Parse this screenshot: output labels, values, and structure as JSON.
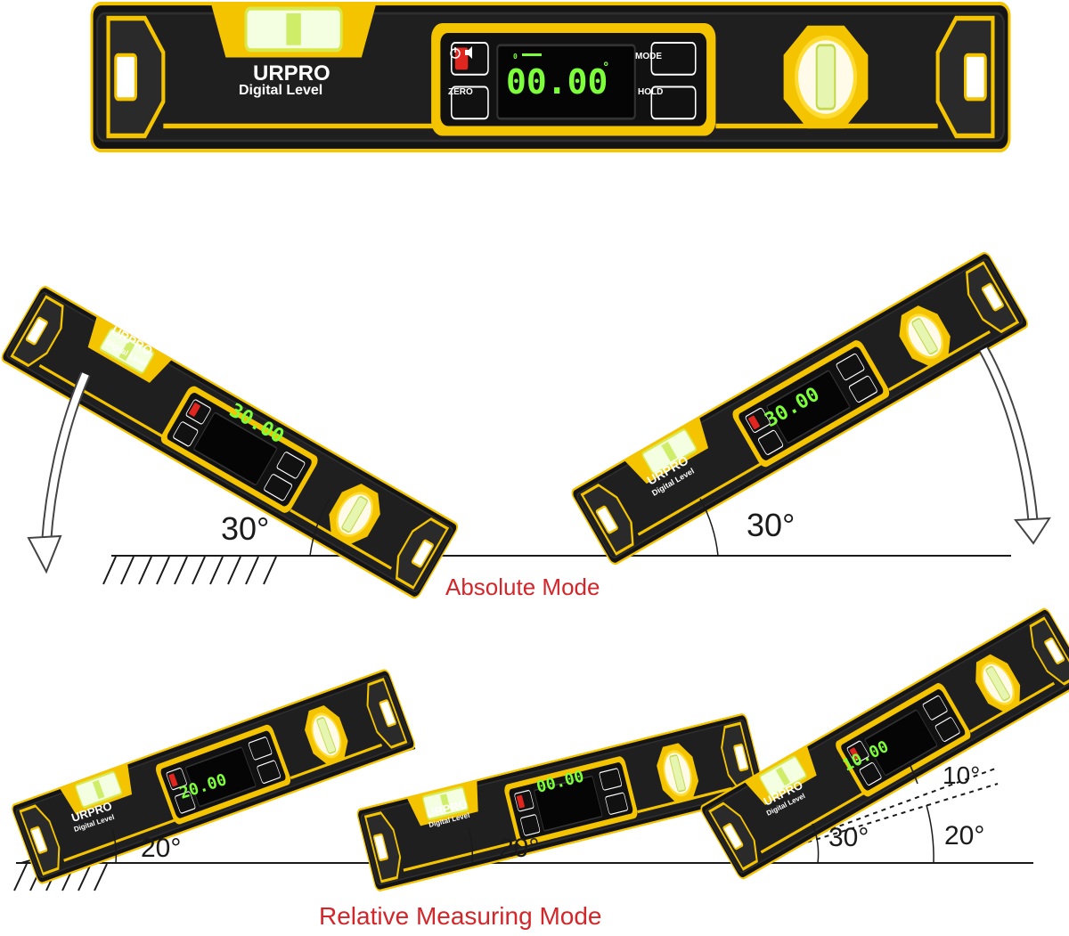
{
  "brand": {
    "name": "URPRO",
    "product": "Digital Level"
  },
  "buttons": {
    "mode": "MODE",
    "zero": "ZERO",
    "hold": "HOLD"
  },
  "top_level": {
    "reading": "00.00",
    "unit": "°",
    "marker": "0"
  },
  "absolute_mode": {
    "caption": "Absolute Mode",
    "left_reading": "30.00",
    "right_reading": "30.00",
    "left_angle": "30°",
    "right_angle": "30°"
  },
  "relative_mode": {
    "caption": "Relative Measuring Mode",
    "first_reading": "20.00",
    "second_reading": "00.00",
    "third_reading": "10.00",
    "first_angle": "20°",
    "second_angle": "20°",
    "third_angle_total": "30°",
    "third_angle_base": "20°",
    "third_angle_relative": "10°"
  },
  "colors": {
    "body": "#141414",
    "accent": "#f5c400",
    "lcd": "#7dff3a",
    "caption": "#d3262a",
    "power_button": "#e0261f"
  },
  "icons": [
    "power-icon",
    "sound-icon",
    "bubble-vial-icon",
    "rotation-arrow-icon",
    "ground-hatch-icon"
  ]
}
